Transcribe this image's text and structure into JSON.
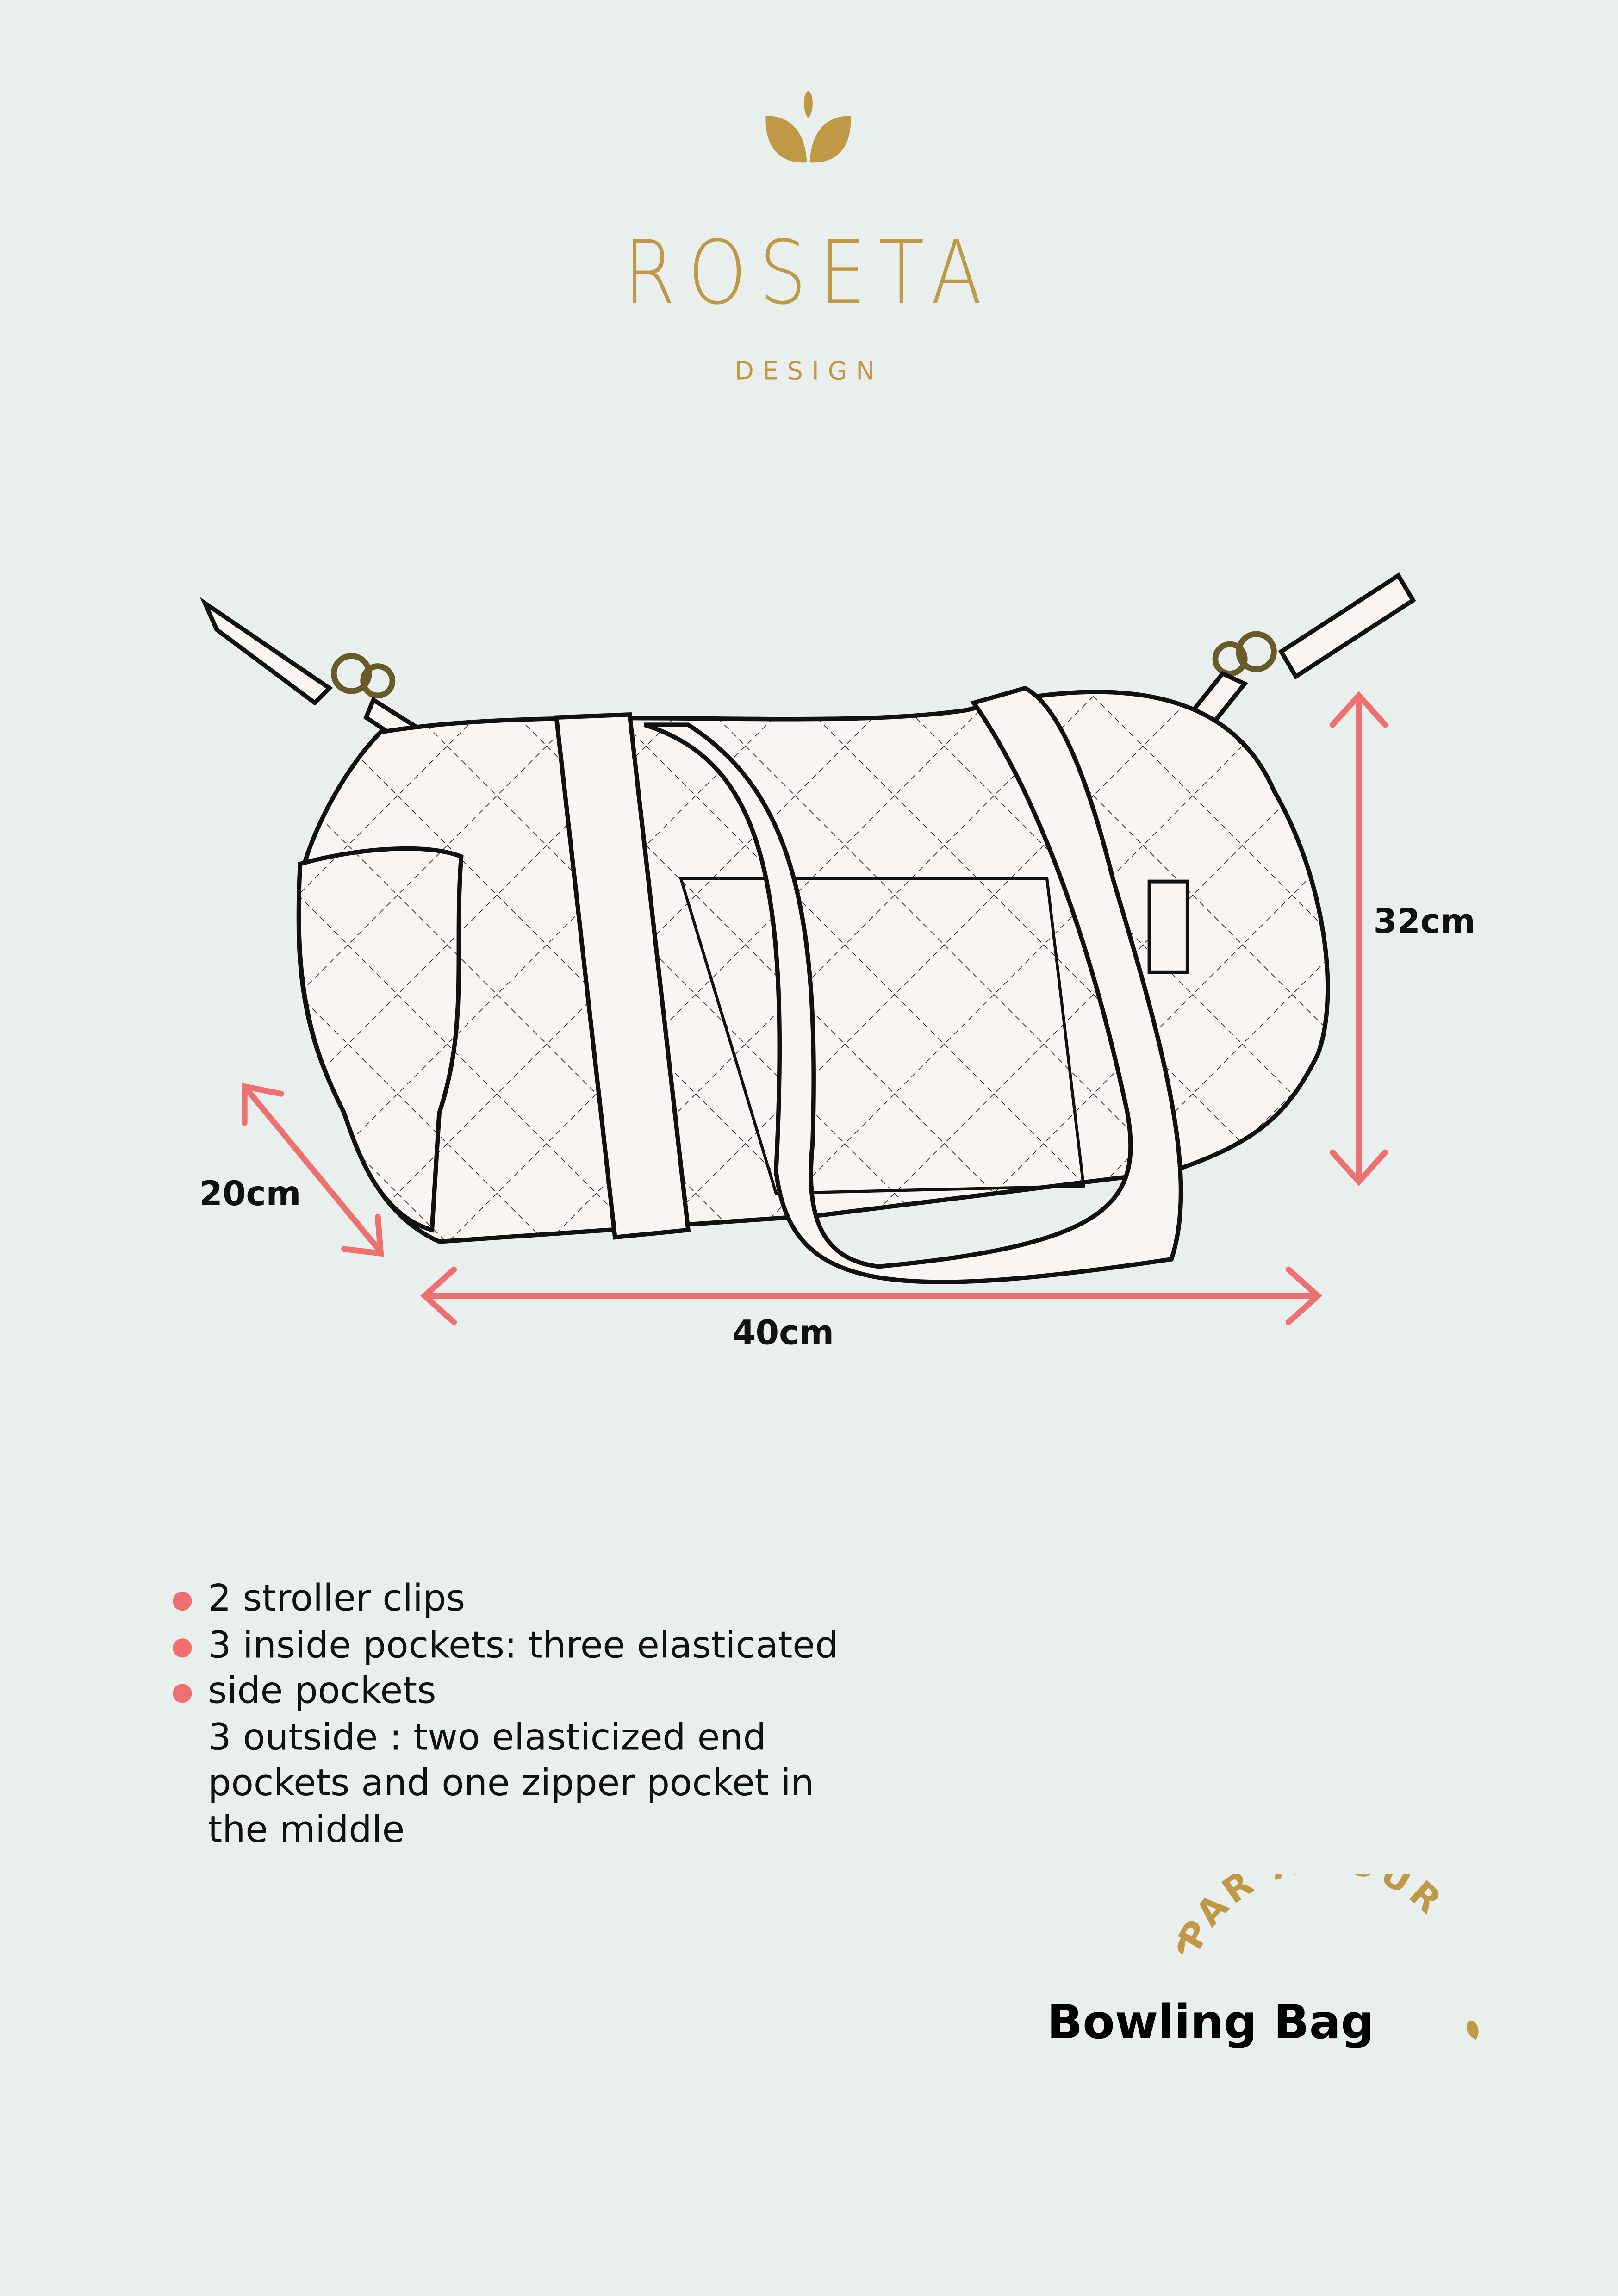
{
  "brand": {
    "name": "ROSETA",
    "subtitle": "DESIGN",
    "tagline": "PAR AMOUR"
  },
  "colors": {
    "gold": "#bf9945",
    "arrow": "#ef7070",
    "background": "#e8efec",
    "bag": "#f9f5f3"
  },
  "dimensions": {
    "height": "32cm",
    "depth": "20cm",
    "width": "40cm"
  },
  "features": [
    "2 stroller clips",
    "3 inside pockets: three elasticated",
    "side pockets",
    "3 outside : two elasticized end",
    "pockets and one zipper pocket in",
    "the middle"
  ],
  "product": {
    "name": "Bowling Bag"
  }
}
